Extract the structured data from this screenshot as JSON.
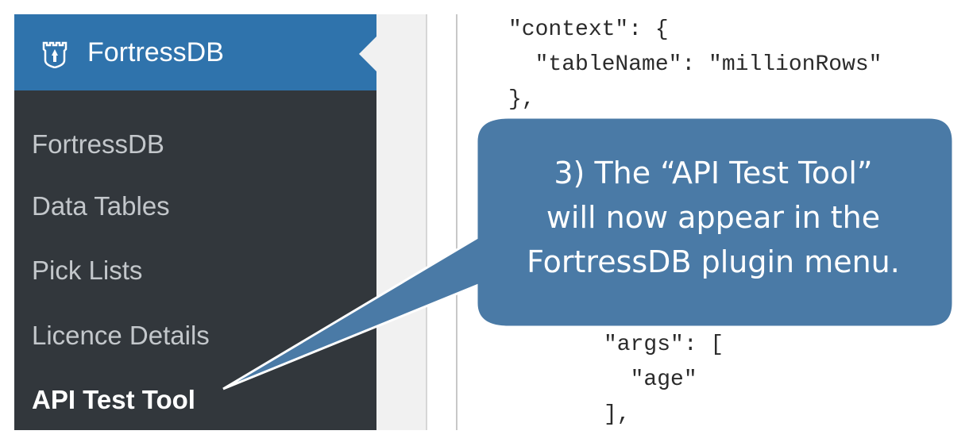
{
  "sidebar": {
    "header_title": "FortressDB",
    "items": [
      {
        "label": "FortressDB"
      },
      {
        "label": "Data Tables"
      },
      {
        "label": "Pick Lists"
      },
      {
        "label": "Licence Details"
      },
      {
        "label": "API Test Tool"
      }
    ],
    "header_color": "#2f73ac",
    "background_color": "#32373c",
    "logo_icon": "shield-icon"
  },
  "code_lines": [
    "\"context\": {",
    "  \"tableName\": \"millionRows\"",
    "},",
    "\"args\": [",
    "  \"age\"",
    "],"
  ],
  "callout": {
    "line1": "3) The “API Test Tool”",
    "line2": "will now appear in the",
    "line3": "FortressDB plugin menu.",
    "fill_color": "#4a7aa6"
  }
}
